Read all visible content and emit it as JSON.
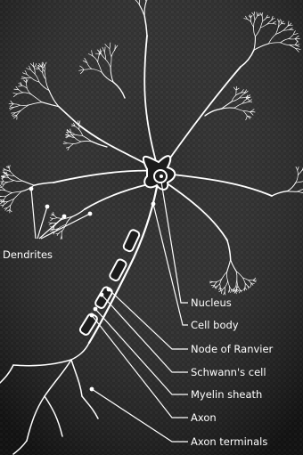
{
  "diagram": {
    "labels": {
      "dendrites": "Dendrites",
      "nucleus": "Nucleus",
      "cell_body": "Cell body",
      "node_of_ranvier": "Node of Ranvier",
      "schwanns_cell": "Schwann's cell",
      "myelin_sheath": "Myelin sheath",
      "axon": "Axon",
      "axon_terminals": "Axon terminals"
    }
  }
}
